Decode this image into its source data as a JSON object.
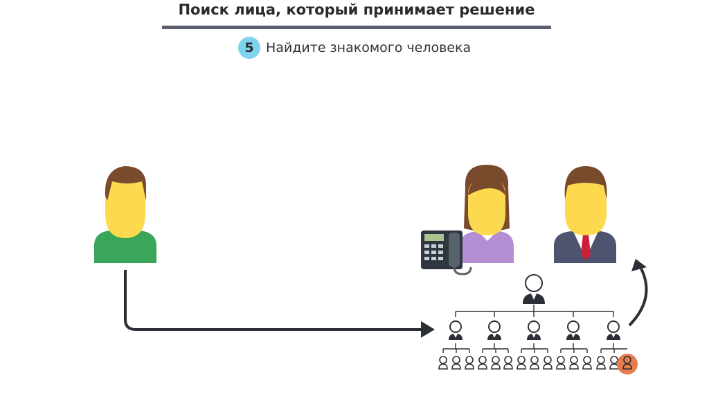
{
  "header": {
    "title": "Поиск лица, который принимает решение",
    "step_number": "5",
    "step_text": "Найдите знакомого человека"
  },
  "colors": {
    "skin": "#fcd94f",
    "hair": "#7a4a2c",
    "green_shirt": "#3aa659",
    "purple_blouse": "#b48ed3",
    "navy_suit": "#4e5370",
    "tie": "#cc1f3a",
    "highlight": "#e67c4a",
    "arrow": "#2c2f36"
  },
  "icons": [
    "person-green-icon",
    "receptionist-icon",
    "phone-icon",
    "manager-icon",
    "org-chart-icon",
    "connection-arrow-icon",
    "return-arrow-icon"
  ]
}
